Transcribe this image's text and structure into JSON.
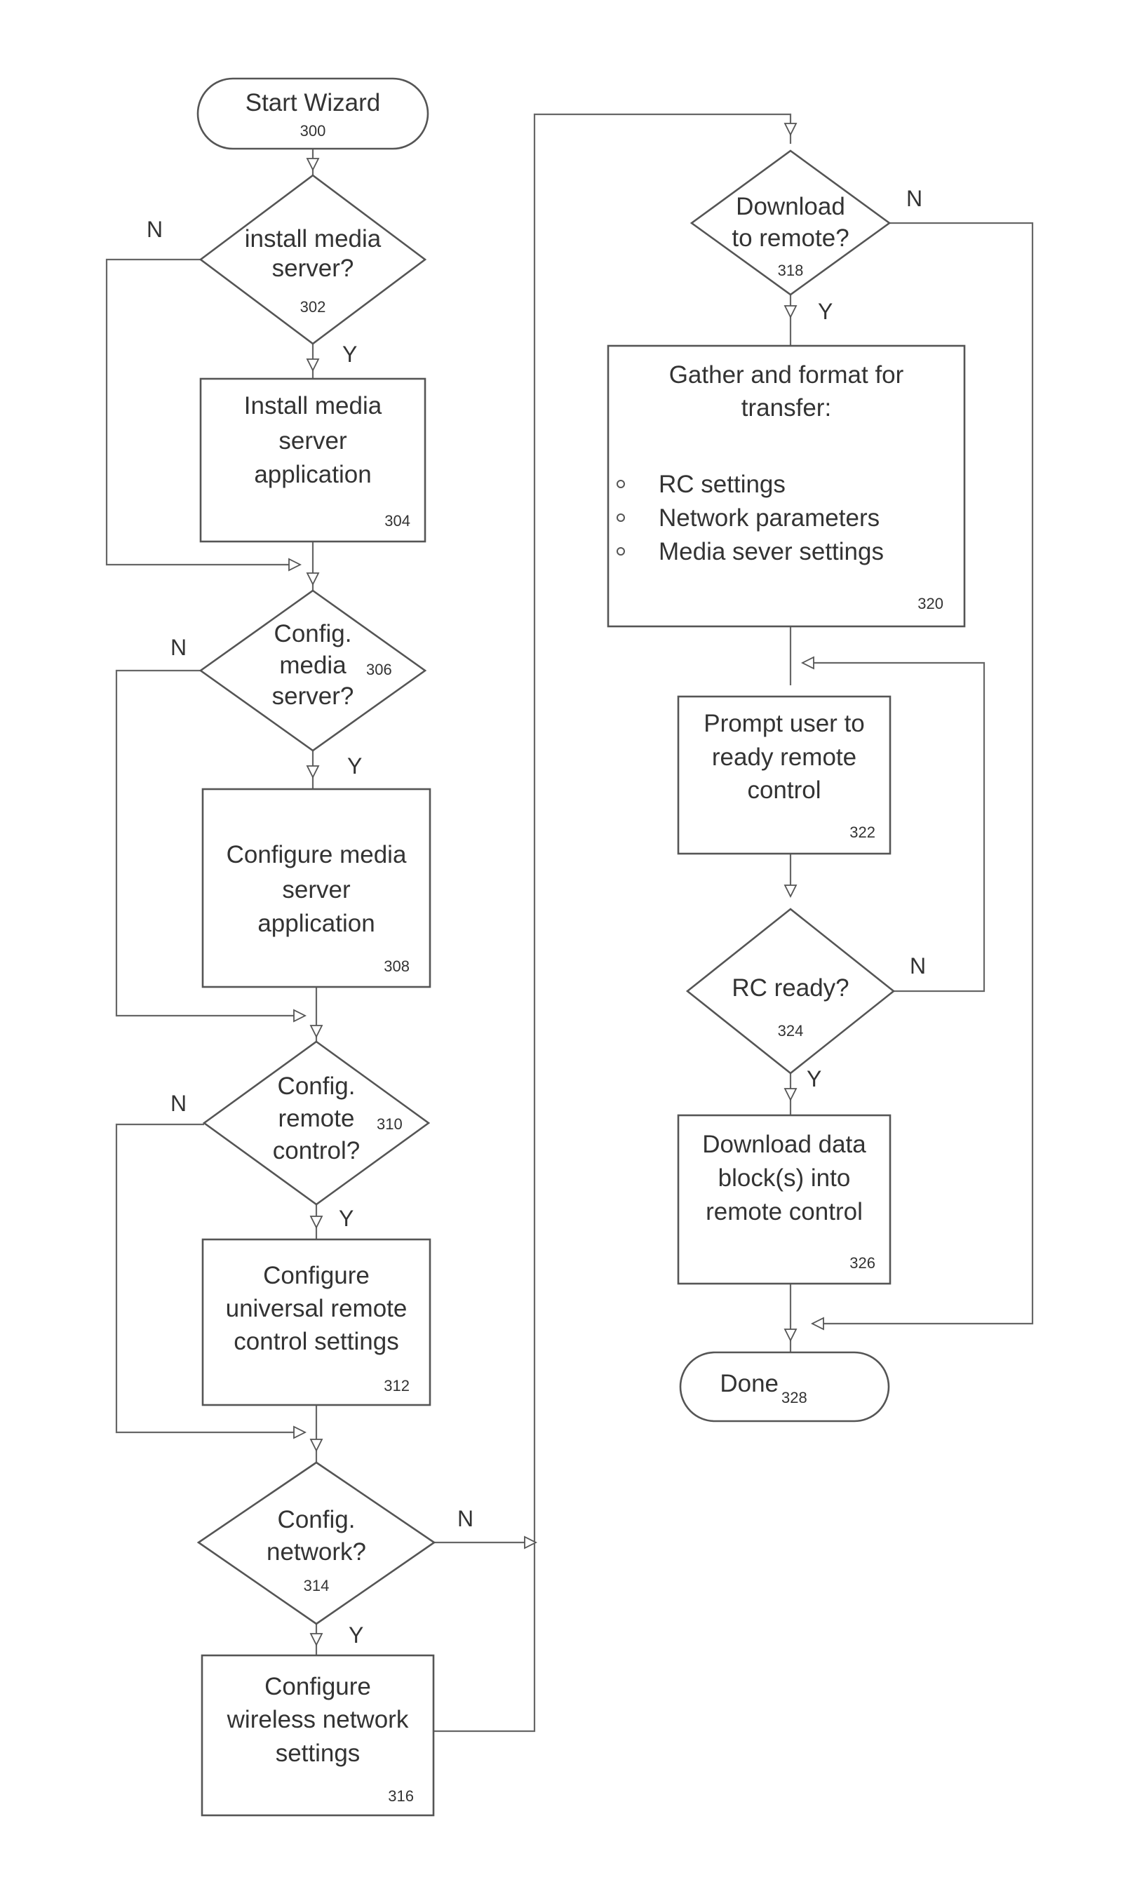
{
  "nodes": {
    "start": {
      "lines": [
        "Start Wizard"
      ],
      "ref": "300"
    },
    "install_q": {
      "lines": [
        "install media",
        "server?"
      ],
      "ref": "302"
    },
    "install_app": {
      "lines": [
        "Install media",
        "server",
        "application"
      ],
      "ref": "304"
    },
    "config_media_q": {
      "lines": [
        "Config.",
        "media",
        "server?"
      ],
      "ref": "306"
    },
    "config_media": {
      "lines": [
        "Configure media",
        "server",
        "application"
      ],
      "ref": "308"
    },
    "config_rc_q": {
      "lines": [
        "Config.",
        "remote",
        "control?"
      ],
      "ref": "310"
    },
    "config_rc": {
      "lines": [
        "Configure",
        "universal remote",
        "control settings"
      ],
      "ref": "312"
    },
    "config_net_q": {
      "lines": [
        "Config.",
        "network?"
      ],
      "ref": "314"
    },
    "config_wifi": {
      "lines": [
        "Configure",
        "wireless network",
        "settings"
      ],
      "ref": "316"
    },
    "download_q": {
      "lines": [
        "Download",
        "to remote?"
      ],
      "ref": "318"
    },
    "gather": {
      "lines": [
        "Gather and format for",
        "transfer:"
      ],
      "bullets": [
        "RC settings",
        "Network parameters",
        "Media sever settings"
      ],
      "ref": "320"
    },
    "prompt": {
      "lines": [
        "Prompt user to",
        "ready remote",
        "control"
      ],
      "ref": "322"
    },
    "rc_ready_q": {
      "lines": [
        "RC ready?"
      ],
      "ref": "324"
    },
    "download_data": {
      "lines": [
        "Download data",
        "block(s) into",
        "remote control"
      ],
      "ref": "326"
    },
    "done": {
      "lines": [
        "Done"
      ],
      "ref": "328"
    }
  },
  "branch_labels": {
    "yes": "Y",
    "no": "N"
  }
}
